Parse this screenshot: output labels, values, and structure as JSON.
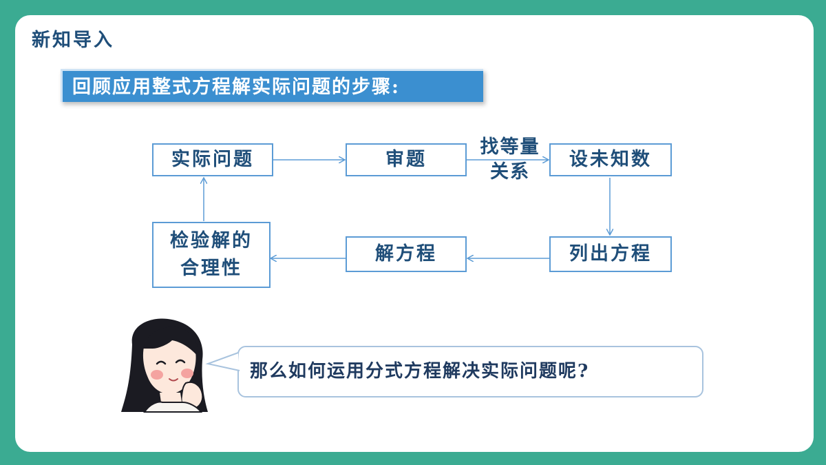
{
  "slide": {
    "section_title": "新知导入",
    "banner": "回顾应用整式方程解实际问题的步骤:"
  },
  "flow": {
    "actual_problem": "实际问题",
    "examine": "审题",
    "find_relation_line1": "找等量",
    "find_relation_line2": "关系",
    "set_unknown": "设未知数",
    "list_equation": "列出方程",
    "solve_equation": "解方程",
    "check_line1": "检验解的",
    "check_line2": "合理性"
  },
  "speech": {
    "question": "那么如何运用分式方程解决实际问题呢?"
  },
  "colors": {
    "frame": "#3bab92",
    "banner": "#3b8fd0",
    "box_border": "#5b9bd5",
    "text_dark_blue": "#1f4e79"
  },
  "icons": {
    "girl": "thinking-girl-icon"
  }
}
